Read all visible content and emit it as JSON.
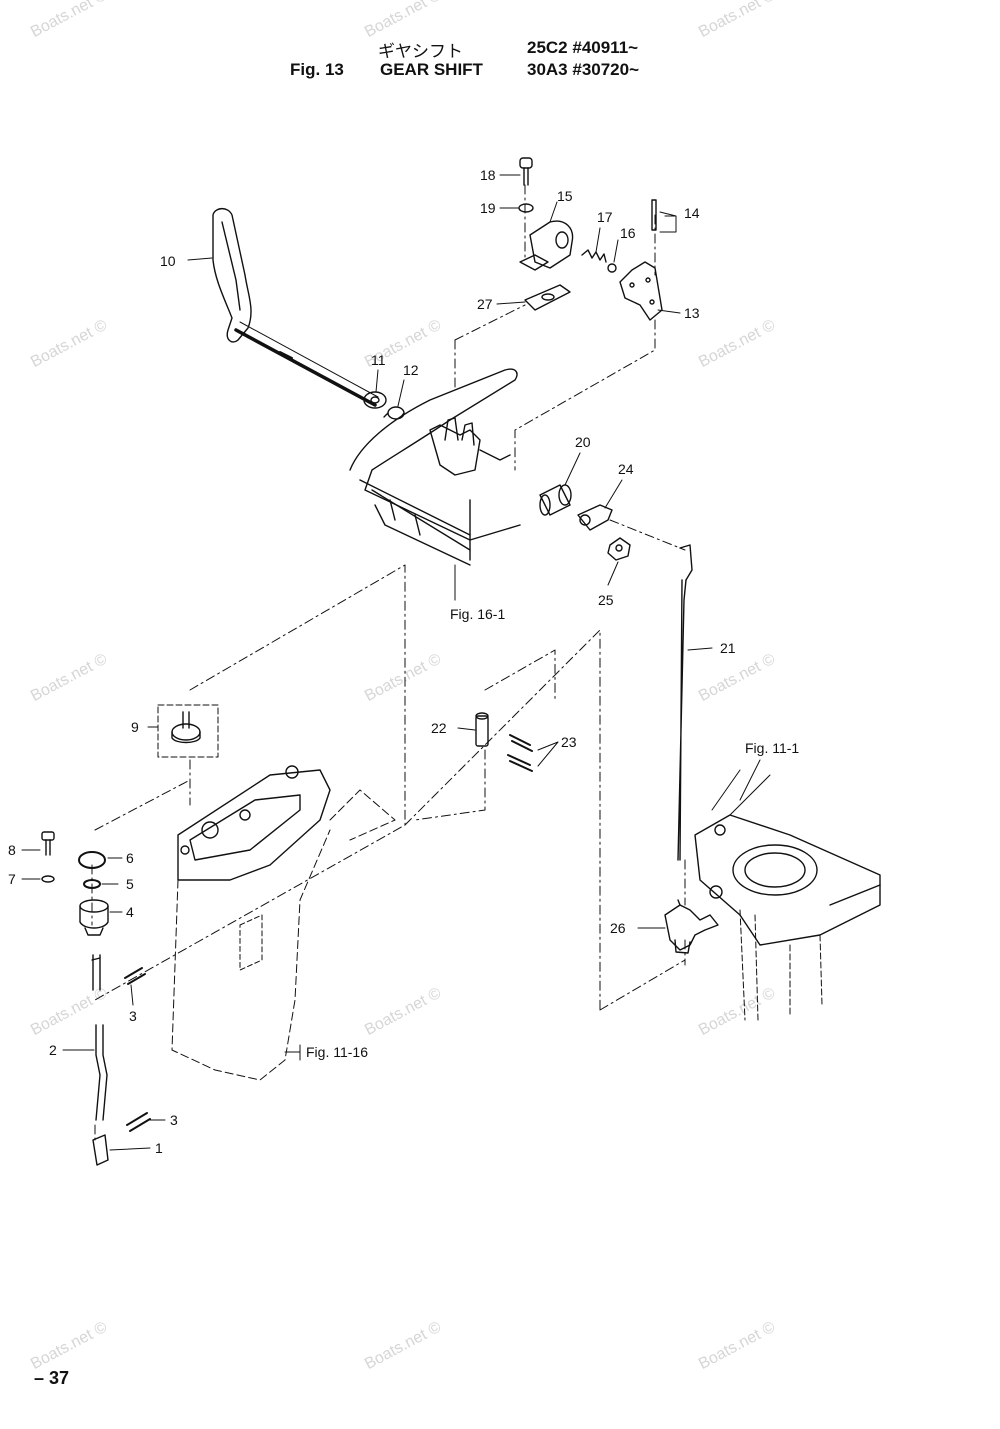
{
  "header": {
    "fig_label": "Fig. 13",
    "title_jp": "ギヤシフト",
    "title_en": "GEAR SHIFT",
    "serial_1": "25C2 #40911~",
    "serial_2": "30A3 #30720~"
  },
  "watermark": "Boats.net ©",
  "page_number": "– 37",
  "callouts": {
    "c1": "1",
    "c2": "2",
    "c3a": "3",
    "c3b": "3",
    "c4": "4",
    "c5": "5",
    "c6": "6",
    "c7": "7",
    "c8": "8",
    "c9": "9",
    "c10": "10",
    "c11": "11",
    "c12": "12",
    "c13": "13",
    "c14": "14",
    "c15": "15",
    "c16": "16",
    "c17": "17",
    "c18": "18",
    "c19": "19",
    "c20": "20",
    "c21": "21",
    "c22": "22",
    "c23": "23",
    "c24": "24",
    "c25": "25",
    "c26": "26",
    "c27": "27"
  },
  "references": {
    "fig16_1": "Fig. 16-1",
    "fig11_1": "Fig. 11-1",
    "fig11_16": "Fig. 11-16"
  }
}
